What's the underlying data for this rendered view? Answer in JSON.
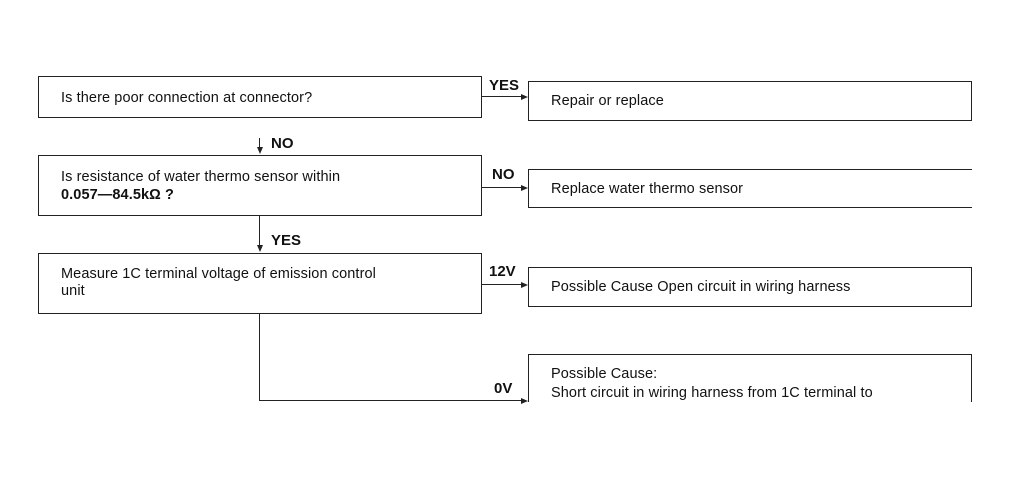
{
  "questions": {
    "q1": "Is there poor connection at connector?",
    "q2_line1": "Is resistance of water thermo sensor within",
    "q2_line2": "0.057—84.5kΩ ?",
    "q3_line1": "Measure 1C terminal voltage of emission control",
    "q3_line2": "unit"
  },
  "actions": {
    "a1": "Repair or replace",
    "a2": "Replace water thermo sensor",
    "a3": "Possible Cause  Open circuit in wiring harness",
    "a4_line1": "Possible Cause:",
    "a4_line2": "Short circuit in wiring harness from 1C terminal to"
  },
  "labels": {
    "yes1": "YES",
    "no1": "NO",
    "no2": "NO",
    "yes2": "YES",
    "v12": "12V",
    "v0": "0V"
  }
}
